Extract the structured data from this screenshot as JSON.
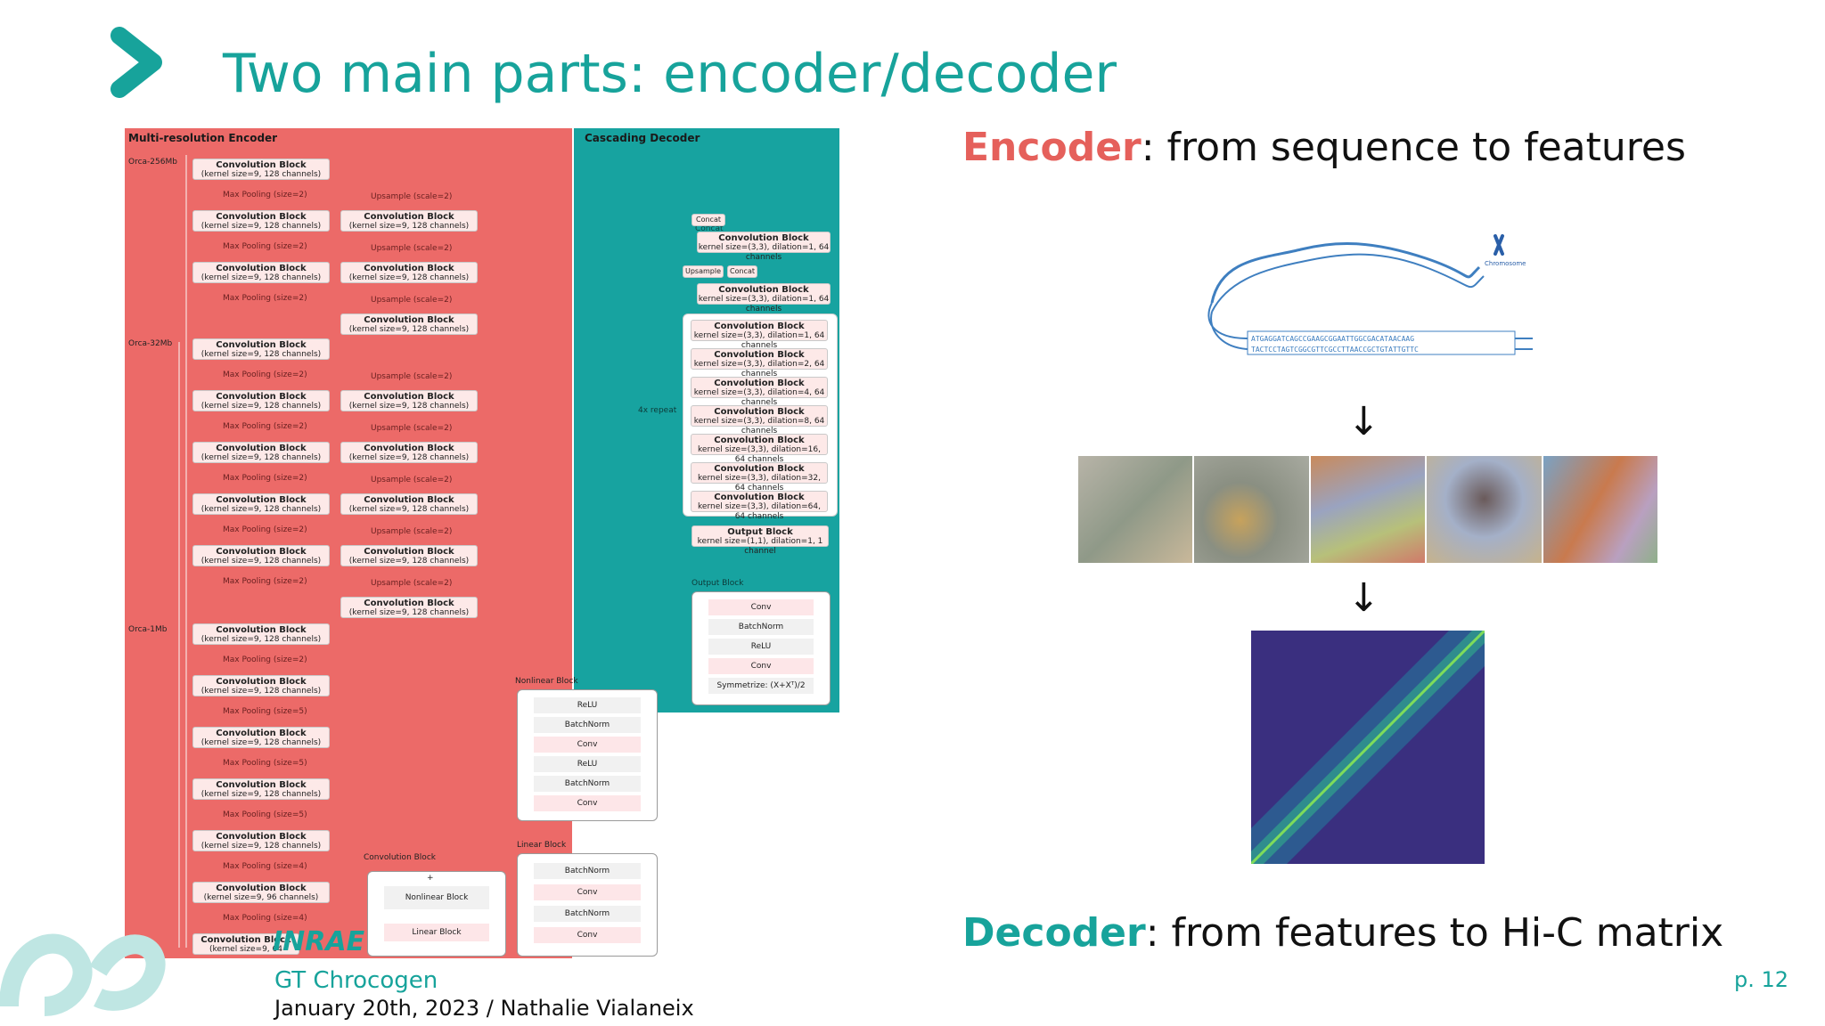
{
  "slide": {
    "title": "Two main parts: encoder/decoder",
    "encoder_keyword": "Encoder",
    "encoder_text": ": from sequence to features",
    "decoder_keyword": "Decoder",
    "decoder_text": ": from features to Hi-C matrix",
    "arrow1": "↓",
    "arrow2": "↓",
    "chromosome_label": "Chromosome",
    "dna_seq_top": "ATGAGGATCAGCCGAAGCGGAATTGGCGACATAACAAG",
    "dna_seq_bottom": "TACTCCTAGTCGGCGTTCGCCTTAACCGCTGTATTGTTC",
    "page": "p. 12"
  },
  "footer": {
    "logo_text": "INRAE",
    "org": "GT Chrocogen",
    "date_author": "January 20th, 2023 / Nathalie Vialaneix"
  },
  "diagram": {
    "encoder_title": "Multi-resolution Encoder",
    "decoder_title": "Cascading Decoder",
    "res_labels": [
      "Orca-256Mb",
      "Orca-32Mb",
      "Orca-1Mb"
    ],
    "conv_title": "Convolution Block",
    "conv_sub": "(kernel size=9, 128 channels)",
    "conv_sub_96": "(kernel size=9, 96 channels)",
    "conv_sub_64": "(kernel size=9, 64",
    "maxpool2": "Max Pooling (size=2)",
    "maxpool4": "Max Pooling (size=4)",
    "maxpool5": "Max Pooling (size=5)",
    "upsample": "Upsample (scale=2)",
    "concat": "Concat",
    "upsample_box": "Upsample",
    "dec_conv_sub": "kernel size=(3,3), dilation=1, 64 channels",
    "dec_conv_subs": [
      "kernel size=(3,3), dilation=1, 64 channels",
      "kernel size=(3,3), dilation=2, 64 channels",
      "kernel size=(3,3), dilation=4, 64 channels",
      "kernel size=(3,3), dilation=8, 64 channels",
      "kernel size=(3,3), dilation=16, 64 channels",
      "kernel size=(3,3), dilation=32, 64 channels",
      "kernel size=(3,3), dilation=64, 64 channels"
    ],
    "output_block": "Output Block",
    "output_sub": "kernel size=(1,1), dilation=1, 1 channel",
    "output_block_label": "Output Block",
    "out_rows": [
      "Conv",
      "BatchNorm",
      "ReLU",
      "Conv",
      "Symmetrize: (X+Xᵀ)/2"
    ],
    "nonlinear_label": "Nonlinear Block",
    "nonlinear_rows": [
      "ReLU",
      "BatchNorm",
      "Conv",
      "ReLU",
      "BatchNorm",
      "Conv"
    ],
    "linear_label": "Linear Block",
    "linear_rows": [
      "BatchNorm",
      "Conv",
      "BatchNorm",
      "Conv"
    ],
    "convblock_label": "Convolution Block",
    "nonlinear_box": "Nonlinear Block",
    "linear_box": "Linear Block",
    "plus": "+",
    "repeat_label": "4x repeat"
  },
  "colors": {
    "teal": "#17a39b",
    "encoder_red": "#e5605b",
    "encoder_panel": "#ec6a68",
    "decoder_panel": "#17a3a0"
  }
}
